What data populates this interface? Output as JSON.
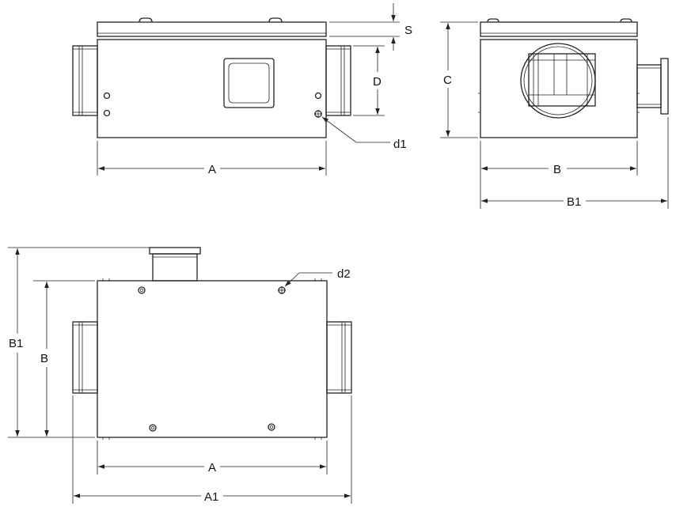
{
  "labels": {
    "front_width": "A",
    "front_spigot_dia": "D",
    "front_hole": "d1",
    "front_top_thickness": "S",
    "side_height": "C",
    "side_body_depth": "B",
    "side_total_depth": "B1",
    "top_total_depth": "B1",
    "top_body_depth": "B",
    "top_hole": "d2",
    "top_body_width": "A",
    "top_total_width": "A1"
  },
  "colors": {
    "line": "#222222",
    "background": "#ffffff"
  }
}
